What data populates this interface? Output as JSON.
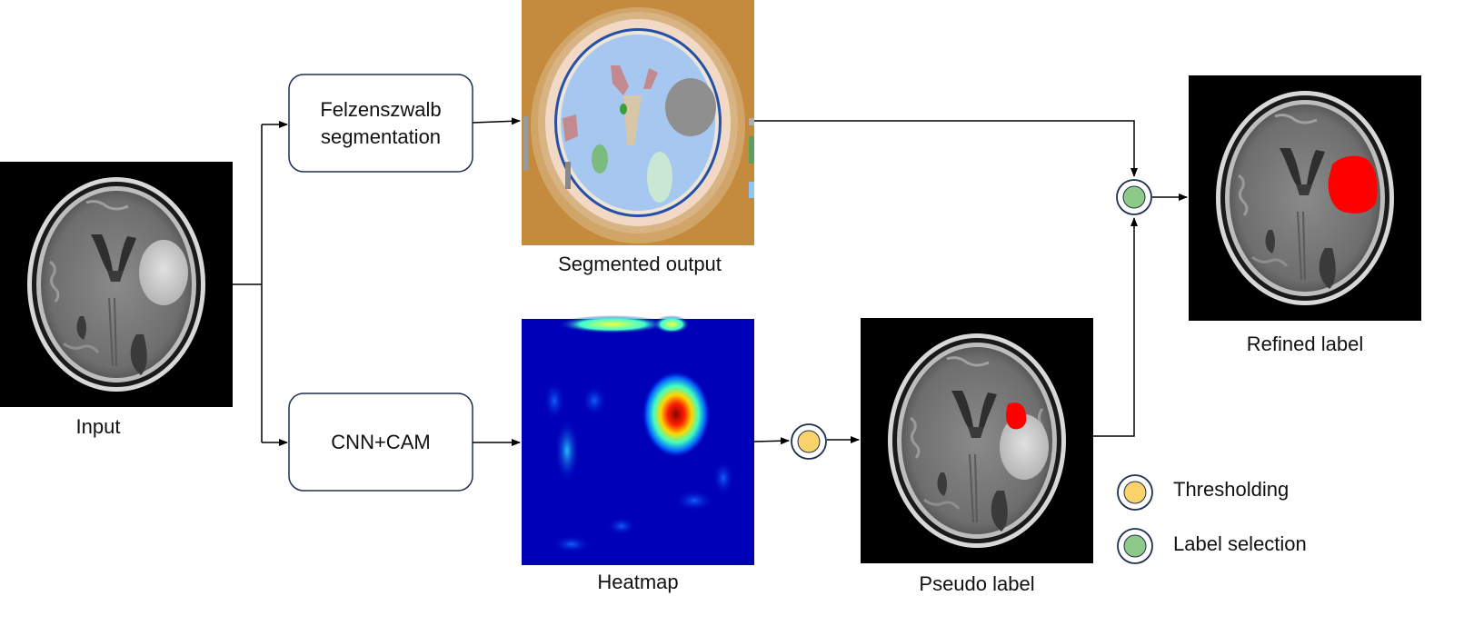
{
  "nodes": {
    "input": "Input",
    "felzenszwalb_line1": "Felzenszwalb",
    "felzenszwalb_line2": "segmentation",
    "cnn_cam": "CNN+CAM",
    "segmented_output": "Segmented output",
    "heatmap": "Heatmap",
    "pseudo_label": "Pseudo label",
    "refined_label": "Refined label"
  },
  "legend": {
    "thresholding": "Thresholding",
    "label_selection": "Label selection"
  },
  "colors": {
    "threshold_dot": "#F9D36A",
    "selection_dot": "#8FC98A",
    "ring": "#1F2F4D",
    "tumor_red": "#FF0000",
    "seg_background": "#C48A3E",
    "heat_background": "#0000B8"
  }
}
